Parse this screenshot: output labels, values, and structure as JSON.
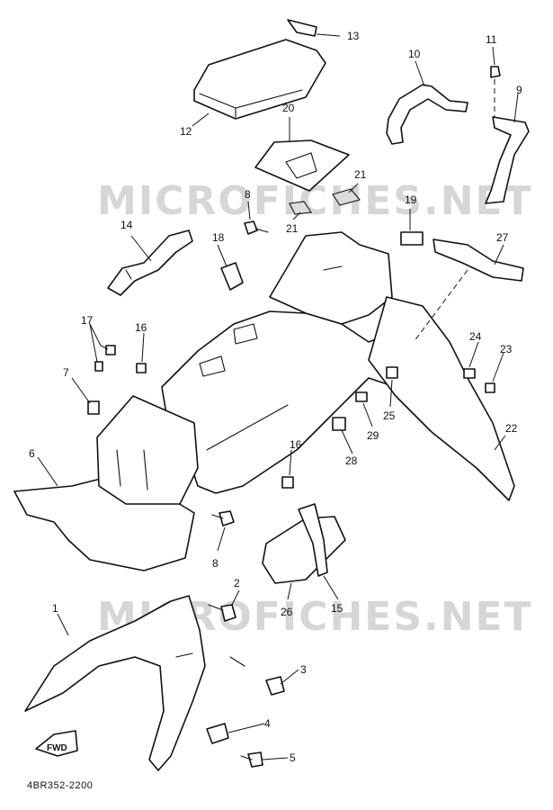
{
  "watermark": {
    "text": "MICROFICHES.NET"
  },
  "diagram_code": "4BR352-2200",
  "fwd_label": "FWD",
  "callouts": [
    "1",
    "2",
    "3",
    "4",
    "5",
    "6",
    "7",
    "8",
    "8",
    "8",
    "9",
    "10",
    "11",
    "12",
    "13",
    "14",
    "15",
    "16",
    "16",
    "17",
    "18",
    "19",
    "20",
    "21",
    "21",
    "22",
    "23",
    "24",
    "25",
    "26",
    "27",
    "28",
    "29"
  ]
}
